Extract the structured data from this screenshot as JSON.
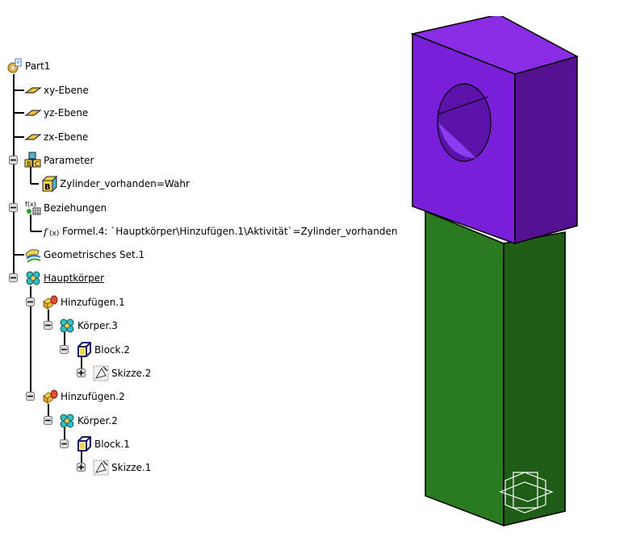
{
  "tree": {
    "root": {
      "label": "Part1",
      "icon": "part-icon"
    },
    "planes": [
      {
        "label": "xy-Ebene",
        "icon": "plane-icon"
      },
      {
        "label": "yz-Ebene",
        "icon": "plane-icon"
      },
      {
        "label": "zx-Ebene",
        "icon": "plane-icon"
      }
    ],
    "parameter": {
      "label": "Parameter",
      "icon": "parameter-icon",
      "child": {
        "label": "Zylinder_vorhanden=Wahr",
        "icon": "boolean-parameter-icon"
      }
    },
    "relations": {
      "label": "Beziehungen",
      "icon": "relations-icon",
      "child": {
        "label": "Formel.4: `Hauptkörper\\Hinzufügen.1\\Aktivität`=Zylinder_vorhanden",
        "icon": "formula-icon"
      }
    },
    "geoset": {
      "label": "Geometrisches Set.1",
      "icon": "geometrical-set-icon"
    },
    "main_body": {
      "label": "Hauptkörper",
      "icon": "body-icon",
      "ops": [
        {
          "label": "Hinzufügen.1",
          "icon": "add-operation-icon",
          "body": {
            "label": "Körper.3",
            "icon": "body-icon",
            "pad": {
              "label": "Block.2",
              "icon": "pad-icon",
              "sketch": {
                "label": "Skizze.2",
                "icon": "sketch-icon"
              }
            }
          }
        },
        {
          "label": "Hinzufügen.2",
          "icon": "add-operation-icon",
          "body": {
            "label": "Körper.2",
            "icon": "body-icon",
            "pad": {
              "label": "Block.1",
              "icon": "pad-icon",
              "sketch": {
                "label": "Skizze.1",
                "icon": "sketch-icon"
              }
            }
          }
        }
      ]
    }
  },
  "viewport": {
    "top_block_color": "#7a1fd9",
    "bottom_block_color": "#2a7a1f",
    "compass": "axis-compass-icon"
  }
}
